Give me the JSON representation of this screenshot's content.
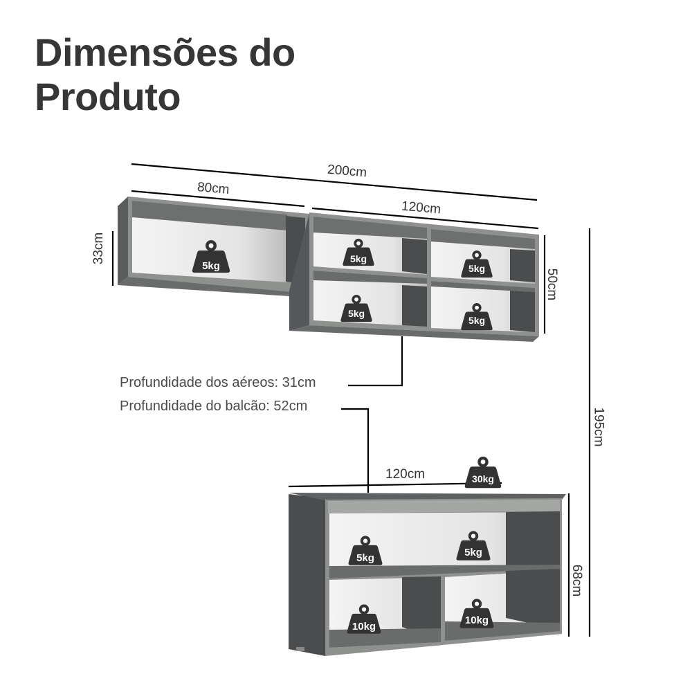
{
  "title": {
    "line1": "Dimensões do",
    "line2": "Produto"
  },
  "dimensions": {
    "total_width": "200cm",
    "left_upper_width": "80cm",
    "right_upper_width": "120cm",
    "left_upper_height": "33cm",
    "right_upper_height": "50cm",
    "total_height": "195cm",
    "counter_width": "120cm",
    "counter_height": "68cm"
  },
  "depths": {
    "upper": "Profundidade dos aéreos: 31cm",
    "counter": "Profundidade do balcão: 52cm"
  },
  "weights": {
    "upper_left": "5kg",
    "upper_mid_top": "5kg",
    "upper_right_top": "5kg",
    "upper_mid_bottom": "5kg",
    "upper_right_bottom": "5kg",
    "counter_top": "30kg",
    "counter_upper_left": "5kg",
    "counter_upper_right": "5kg",
    "counter_lower_left": "10kg",
    "counter_lower_right": "10kg"
  },
  "colors": {
    "title": "#363636",
    "panel_dark": "#4a4c4d",
    "panel_edge": "#8e918e",
    "interior": "#e8e8e8",
    "weight_icon": "#333333"
  }
}
